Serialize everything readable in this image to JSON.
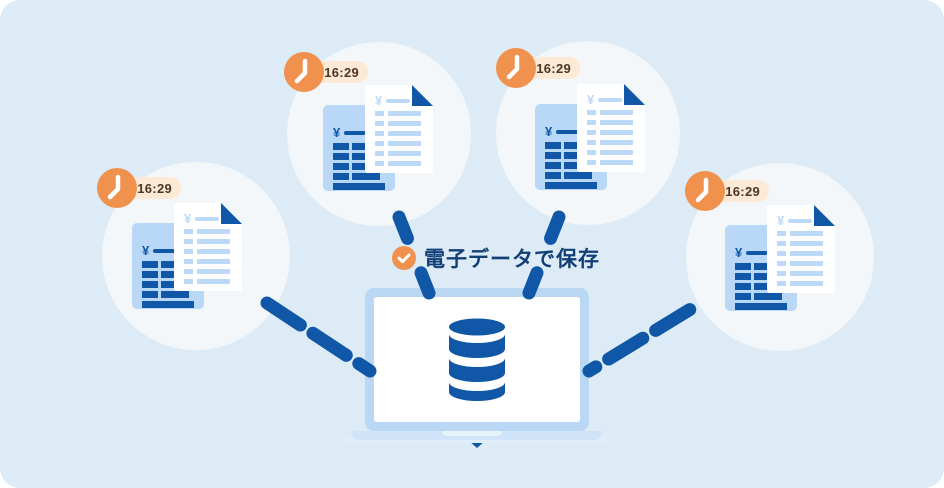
{
  "title": "電子データで保存 illustration",
  "label": {
    "text": "電子データで保存",
    "icon": "check-circle-icon"
  },
  "clusters": [
    {
      "position": "top-left",
      "time": "16:29"
    },
    {
      "position": "left",
      "time": "16:29"
    },
    {
      "position": "top-right",
      "time": "16:29"
    },
    {
      "position": "right",
      "time": "16:29"
    }
  ],
  "documents": {
    "yen": "¥"
  },
  "laptop": {
    "screen_icon": "database-icon"
  },
  "icons": {
    "clock": "clock-icon",
    "check": "check-circle-icon",
    "database": "database-icon"
  },
  "colors": {
    "background": "#dcebf5",
    "accent_blue": "#1057a8",
    "navy_text": "#123f76",
    "orange": "#f0914d",
    "badge_bg": "#fce9d6",
    "badge_text": "#4e3524",
    "doc_light_blue": "#b9d8f7",
    "circle_bg": "#f3f7f9"
  }
}
